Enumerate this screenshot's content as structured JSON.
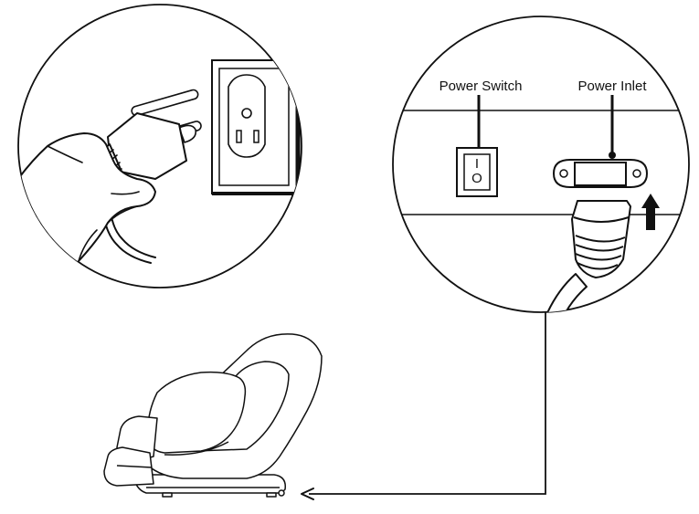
{
  "labels": {
    "power_switch": "Power Switch",
    "power_inlet": "Power Inlet"
  },
  "switch_marks": {
    "on": "I",
    "off": "O"
  },
  "colors": {
    "stroke": "#111111",
    "background": "#ffffff"
  },
  "icons": [
    "hand-plug-icon",
    "wall-outlet-icon",
    "power-switch-icon",
    "power-inlet-icon",
    "up-arrow-icon",
    "massage-chair-icon",
    "arrow-left-icon"
  ]
}
